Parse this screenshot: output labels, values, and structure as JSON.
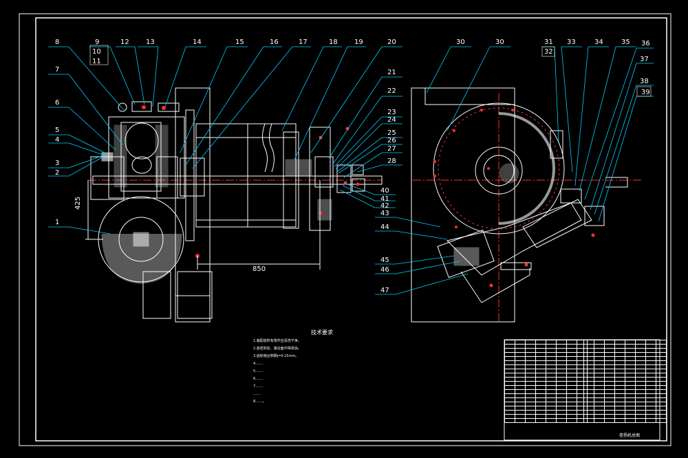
{
  "colors": {
    "background": "#000000",
    "outline": "#ffffff",
    "leader": "#00d0ff",
    "centerline": "#ff3030",
    "hatch": "#ffffff",
    "dimension": "#ffffff"
  },
  "dimensions": {
    "height": "425",
    "length": "850"
  },
  "balloons_left": [
    "8",
    "9",
    "10",
    "11",
    "12",
    "13",
    "14",
    "15",
    "16",
    "17",
    "18",
    "19",
    "20",
    "7",
    "6",
    "5",
    "4",
    "3",
    "2",
    "1"
  ],
  "balloons_right": [
    "21",
    "22",
    "23",
    "24",
    "25",
    "26",
    "27",
    "28",
    "40",
    "41",
    "42",
    "43",
    "44",
    "45",
    "46",
    "47"
  ],
  "balloons_side": [
    "30",
    "30",
    "31",
    "32",
    "33",
    "34",
    "35",
    "36",
    "37",
    "38",
    "39"
  ],
  "notes": {
    "title": "技术要求",
    "lines": [
      "1.装配前所有零件应清洗干净。",
      "2.各密封处、接合面不得渗油。",
      "3.齿轮啮合侧隙j=0.15mm。",
      "4.......",
      "5.......",
      "6.......",
      "7.......",
      "  .......",
      "8.......。"
    ]
  },
  "title_block": {
    "label": "卷扬机总图"
  }
}
